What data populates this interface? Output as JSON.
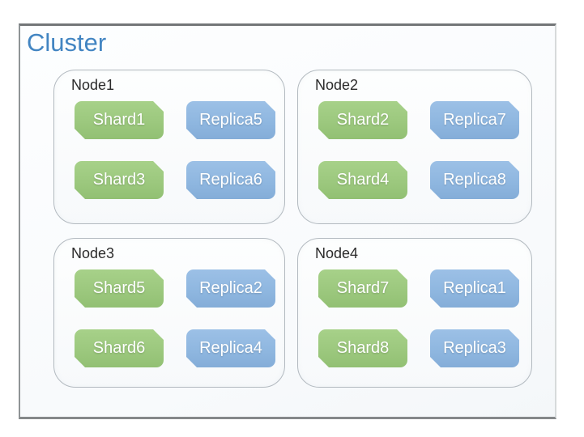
{
  "title": "Cluster",
  "colors": {
    "title": "#4285C2",
    "shard": "#9CC87E",
    "shard-light": "#A7D189",
    "shard-dark": "#92C073",
    "replica": "#8FB7E0",
    "replica-light": "#9CC0E6",
    "replica-dark": "#84ADD8"
  },
  "nodes": [
    {
      "label": "Node1",
      "chips": [
        {
          "label": "Shard1",
          "type": "shard"
        },
        {
          "label": "Replica5",
          "type": "replica"
        },
        {
          "label": "Shard3",
          "type": "shard"
        },
        {
          "label": "Replica6",
          "type": "replica"
        }
      ]
    },
    {
      "label": "Node2",
      "chips": [
        {
          "label": "Shard2",
          "type": "shard"
        },
        {
          "label": "Replica7",
          "type": "replica"
        },
        {
          "label": "Shard4",
          "type": "shard"
        },
        {
          "label": "Replica8",
          "type": "replica"
        }
      ]
    },
    {
      "label": "Node3",
      "chips": [
        {
          "label": "Shard5",
          "type": "shard"
        },
        {
          "label": "Replica2",
          "type": "replica"
        },
        {
          "label": "Shard6",
          "type": "shard"
        },
        {
          "label": "Replica4",
          "type": "replica"
        }
      ]
    },
    {
      "label": "Node4",
      "chips": [
        {
          "label": "Shard7",
          "type": "shard"
        },
        {
          "label": "Replica1",
          "type": "replica"
        },
        {
          "label": "Shard8",
          "type": "shard"
        },
        {
          "label": "Replica3",
          "type": "replica"
        }
      ]
    }
  ]
}
